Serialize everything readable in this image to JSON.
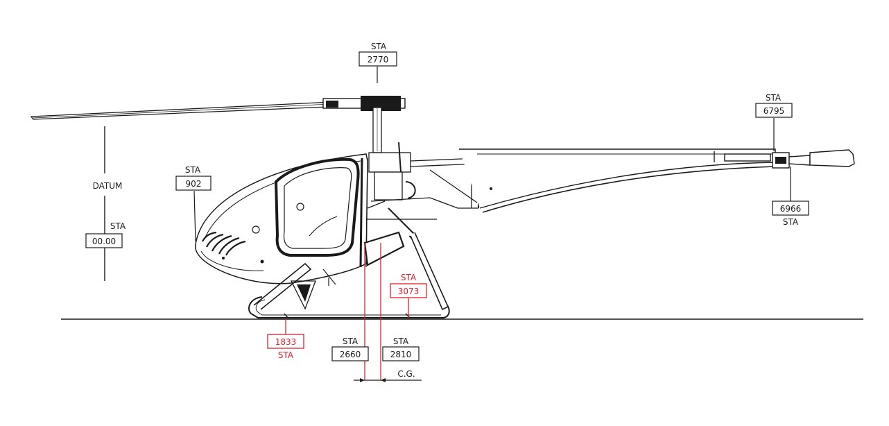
{
  "colors": {
    "line": "#1a1a1a",
    "red": "#e0202a",
    "background": "#ffffff"
  },
  "datum": {
    "label": "DATUM",
    "sta_label": "STA",
    "value": "00.00"
  },
  "stations": {
    "rotor_mast": {
      "label": "STA",
      "value": "2770"
    },
    "nose": {
      "label": "STA",
      "value": "902"
    },
    "tail_boom_end": {
      "label": "STA",
      "value": "6795"
    },
    "tail_rotor": {
      "label": "STA",
      "value": "6966"
    },
    "skid_front": {
      "label": "STA",
      "value": "1833"
    },
    "skid_rear": {
      "label": "STA",
      "value": "3073"
    },
    "cg_fwd": {
      "label": "STA",
      "value": "2660"
    },
    "cg_aft": {
      "label": "STA",
      "value": "2810"
    }
  },
  "cg": {
    "label": "C.G."
  }
}
